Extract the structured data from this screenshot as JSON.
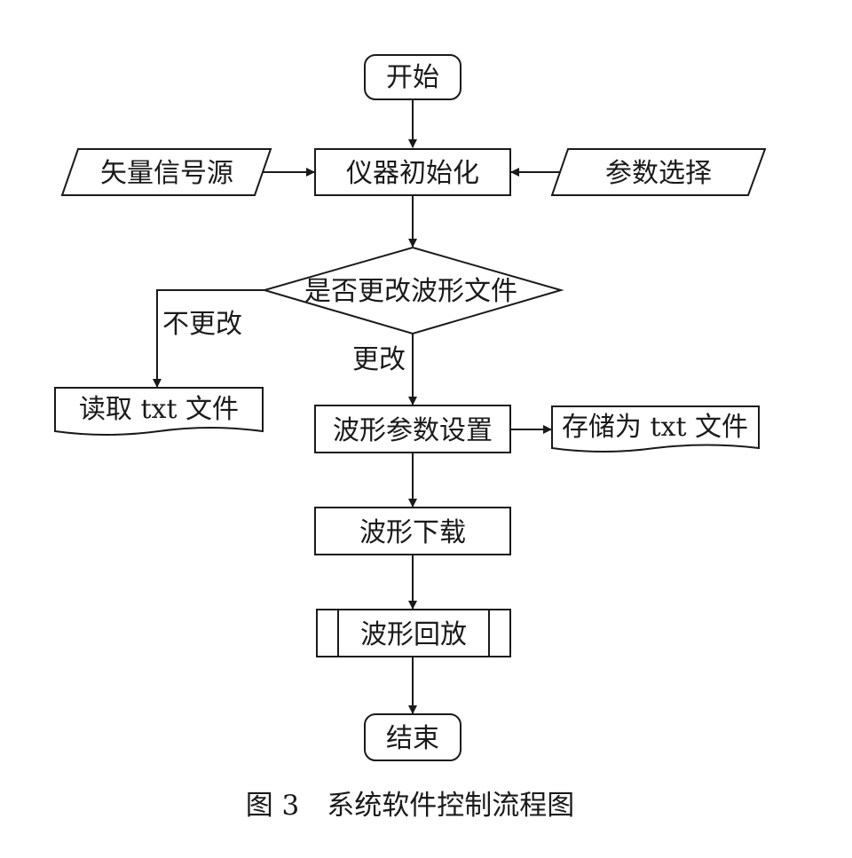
{
  "nodes": {
    "start": "开始",
    "vector_source": "矢量信号源",
    "init": "仪器初始化",
    "param_select": "参数选择",
    "decision": "是否更改波形文件",
    "read_txt": "读取 txt 文件",
    "wave_param_set": "波形参数设置",
    "save_txt": "存储为 txt 文件",
    "wave_download": "波形下载",
    "wave_playback": "波形回放",
    "end": "结束"
  },
  "edge_labels": {
    "no_change": "不更改",
    "change": "更改"
  },
  "caption": "图 3　系统软件控制流程图"
}
